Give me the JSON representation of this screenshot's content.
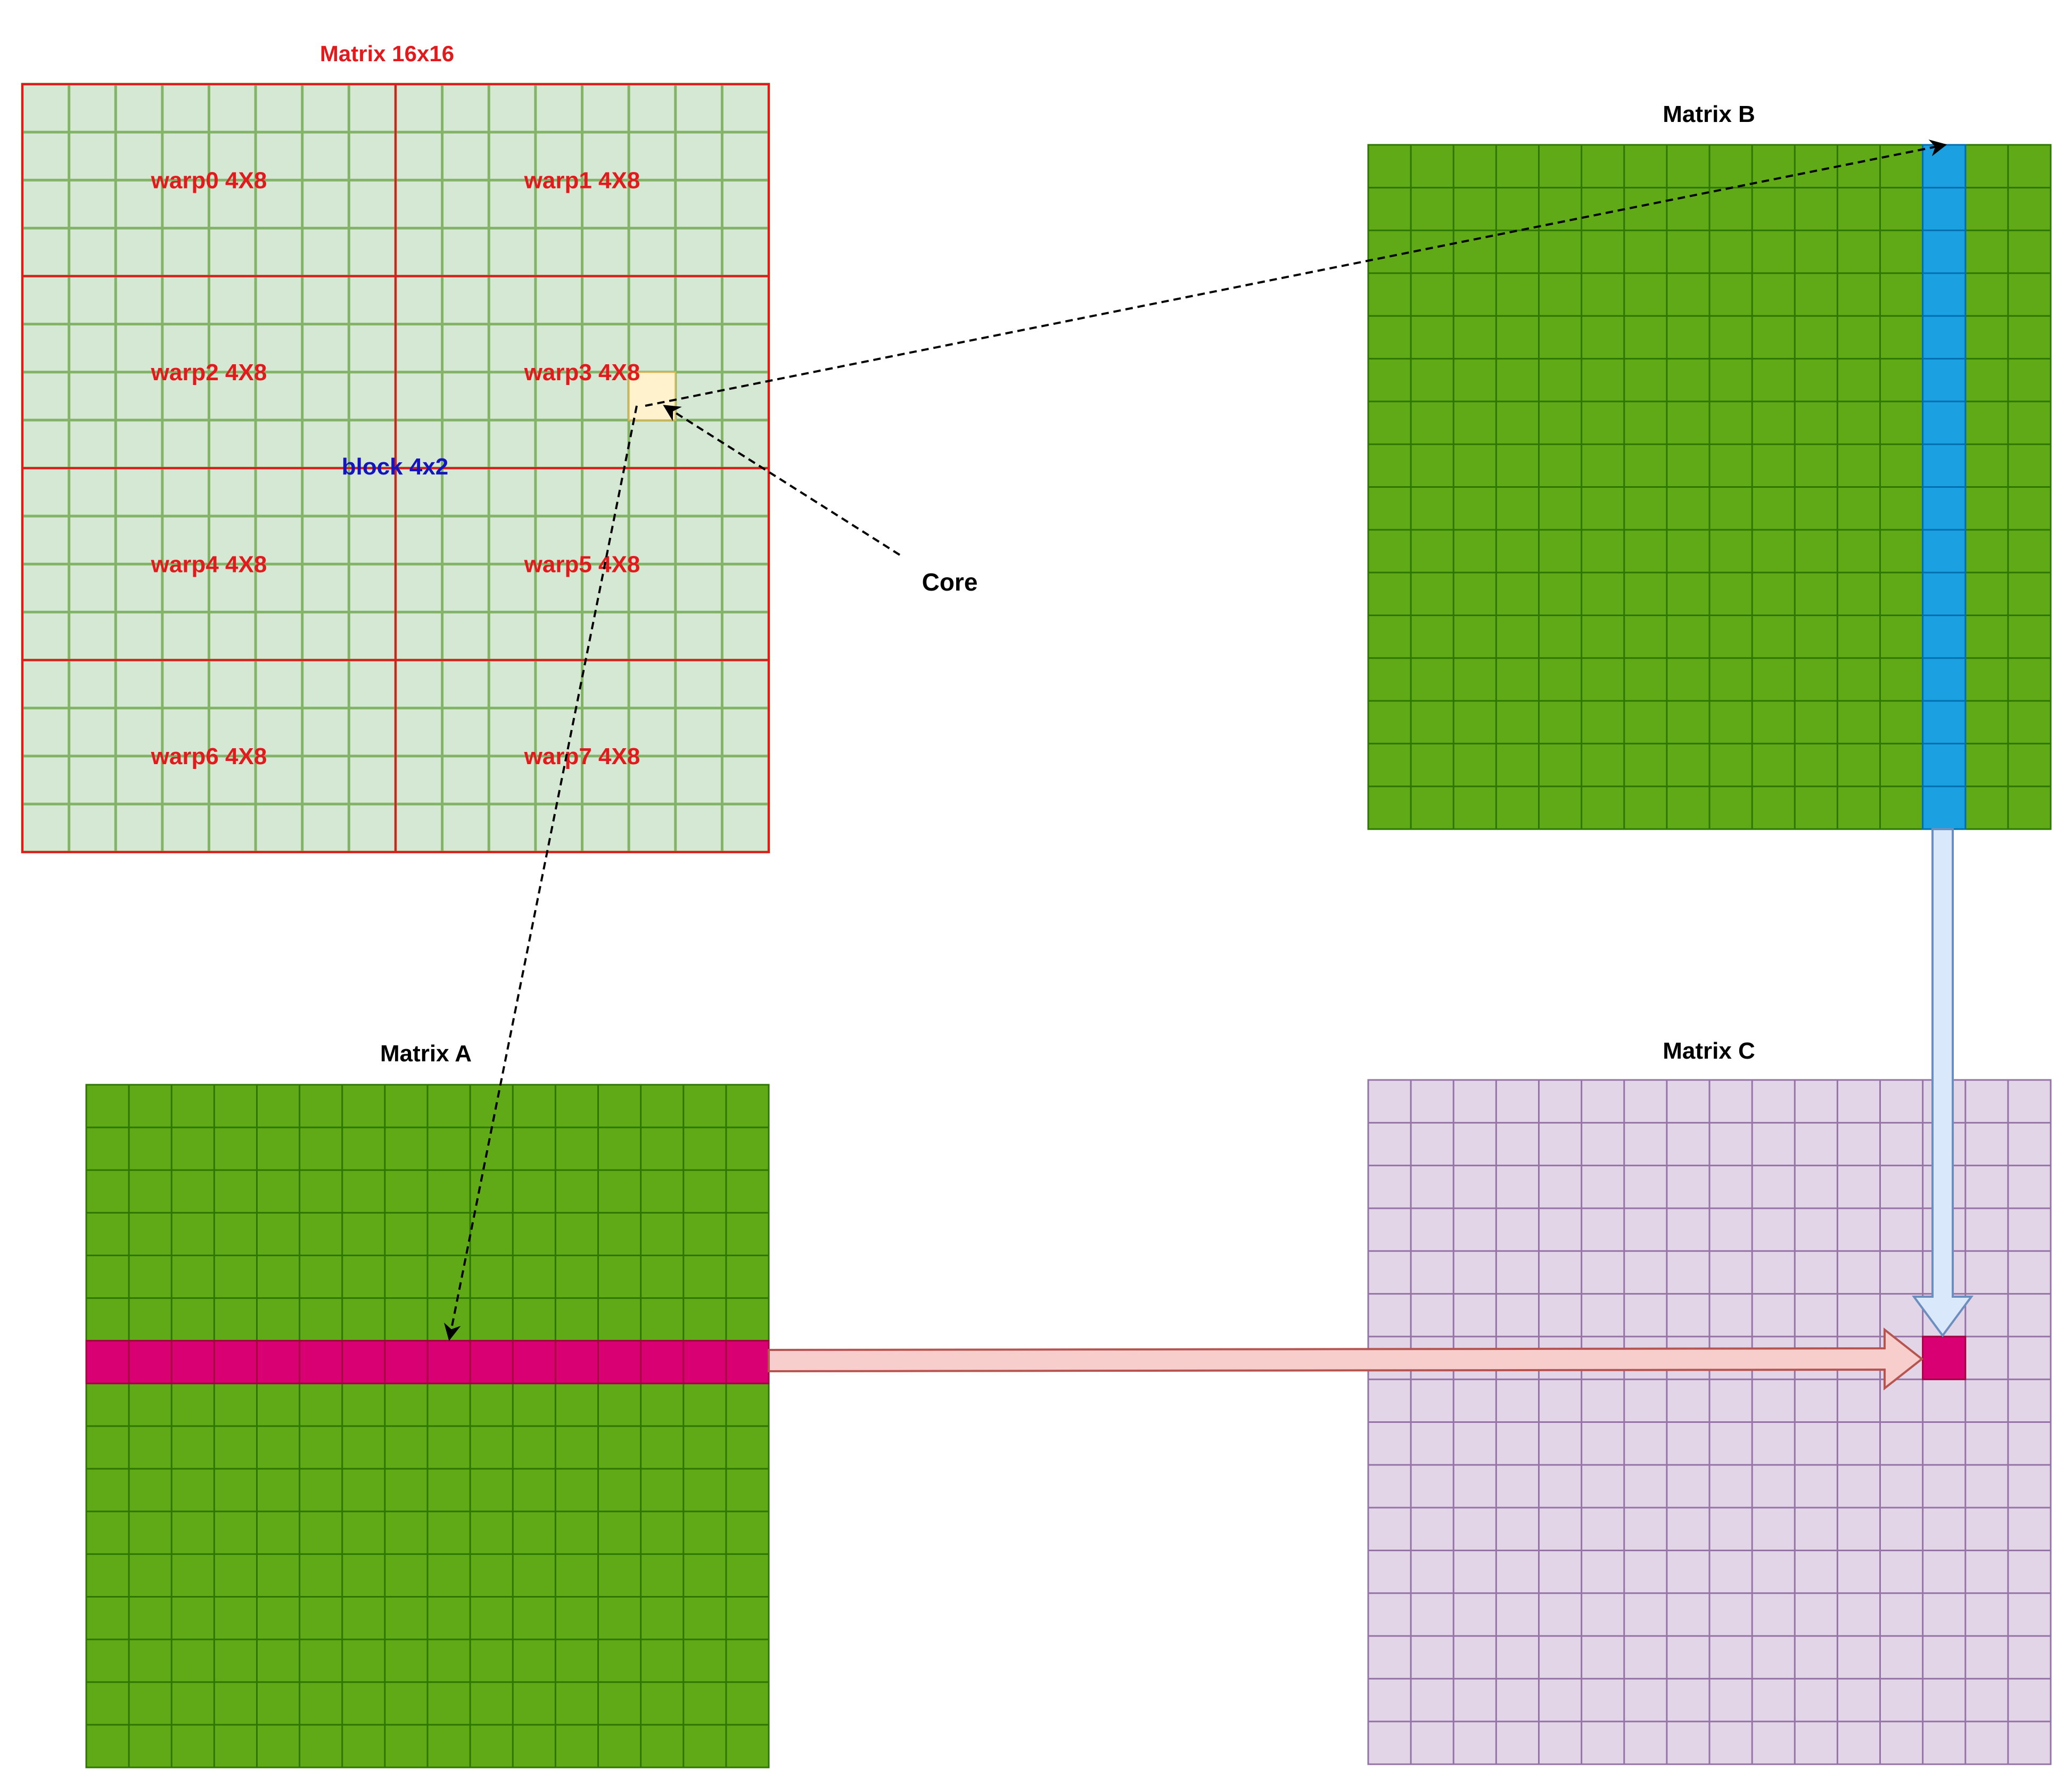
{
  "titles": {
    "grid": "Matrix 16x16",
    "a": "Matrix A",
    "b": "Matrix B",
    "c": "Matrix C"
  },
  "grid_rows": 16,
  "grid_cols": 16,
  "warps": [
    {
      "label": "warp0 4X8",
      "row": 0,
      "col": 0
    },
    {
      "label": "warp1 4X8",
      "row": 0,
      "col": 1
    },
    {
      "label": "warp2 4X8",
      "row": 1,
      "col": 0
    },
    {
      "label": "warp3 4X8",
      "row": 1,
      "col": 1
    },
    {
      "label": "warp4 4X8",
      "row": 2,
      "col": 0
    },
    {
      "label": "warp5 4X8",
      "row": 2,
      "col": 1
    },
    {
      "label": "warp6 4X8",
      "row": 3,
      "col": 0
    },
    {
      "label": "warp7 4X8",
      "row": 3,
      "col": 1
    }
  ],
  "block_label": "block 4x2",
  "core_label": "Core",
  "highlights": {
    "core_cell": {
      "row": 6,
      "col": 13
    },
    "a_row": 6,
    "b_col": 13,
    "c_cell": {
      "row": 6,
      "col": 13
    }
  },
  "colors": {
    "title_red": "#e31a1c",
    "warp_label": "#e31a1c",
    "block_label": "#1515c0",
    "grid_fill": "#d5e8d4",
    "grid_line": "#82b366",
    "warp_border": "#e31a1c",
    "core_fill": "#fff2cc",
    "core_stroke": "#d6b656",
    "matrix_green": "#60a917",
    "matrix_green_line": "#2d7600",
    "a_row_fill": "#d80073",
    "a_row_line": "#a50040",
    "b_col_fill": "#1ba1e2",
    "b_col_line": "#006eaf",
    "c_fill": "#e1d5e7",
    "c_line": "#9673a6",
    "c_cell_fill": "#d80073",
    "red_arrow_fill": "#f8cecc",
    "red_arrow_stroke": "#b85450",
    "blue_arrow_fill": "#dae8fc",
    "blue_arrow_stroke": "#6c8ebf",
    "black": "#000000"
  }
}
